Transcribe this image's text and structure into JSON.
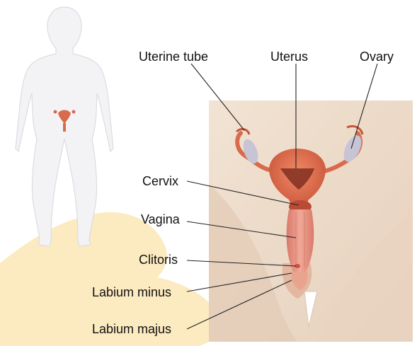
{
  "colors": {
    "body_silhouette": "#f3f3f5",
    "body_outline": "#dcdce2",
    "skin_panel": "#eddcca",
    "skin_highlight": "#f6ebe0",
    "organ_red": "#d96a4c",
    "organ_dark": "#a8402c",
    "yellow_glow": "#fbe6b5",
    "leader_line": "#222222"
  },
  "labels": {
    "uterine_tube": "Uterine tube",
    "uterus": "Uterus",
    "ovary": "Ovary",
    "cervix": "Cervix",
    "vagina": "Vagina",
    "clitoris": "Clitoris",
    "labium_minus": "Labium minus",
    "labium_majus": "Labium majus"
  }
}
